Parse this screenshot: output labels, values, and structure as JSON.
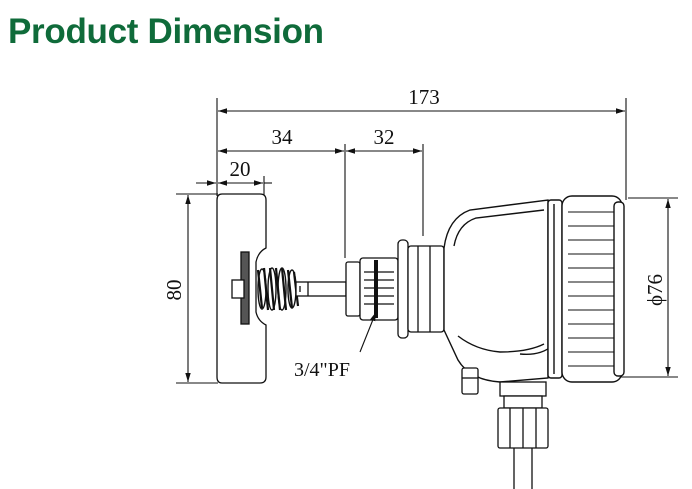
{
  "header": {
    "title": "Product Dimension"
  },
  "dimensions": {
    "overall_length": "173",
    "paddle_to_thread": "34",
    "thread_length": "32",
    "paddle_width": "20",
    "paddle_height": "80",
    "housing_diameter": "ϕ76"
  },
  "callouts": {
    "thread_spec": "3/4\"PF"
  },
  "colors": {
    "title": "#0f6b3a",
    "line": "#111111"
  }
}
